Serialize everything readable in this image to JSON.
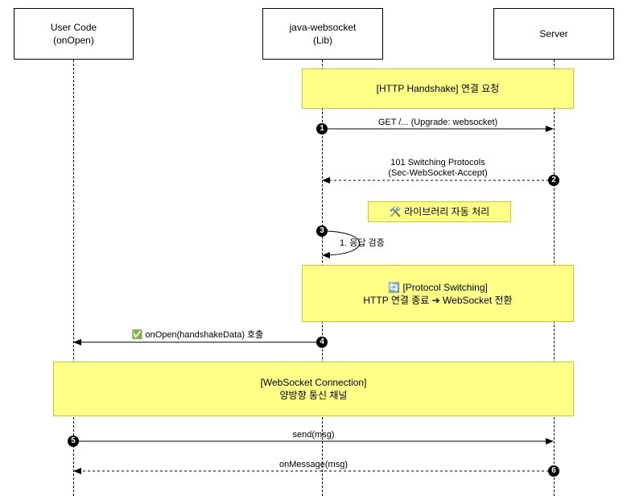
{
  "participants": {
    "user_code": {
      "line1": "User Code",
      "line2": "(onOpen)"
    },
    "lib": {
      "line1": "java-websocket",
      "line2": "(Lib)"
    },
    "server": {
      "line1": "Server",
      "line2": ""
    }
  },
  "notes": {
    "http_handshake": "[HTTP Handshake] 연결 요청",
    "auto_processing": "🛠️ 라이브러리 자동 처리",
    "protocol_switching_line1": "🔄 [Protocol Switching]",
    "protocol_switching_line2": "HTTP 연결 종료 ➔ WebSocket 전환",
    "ws_connection_line1": "[WebSocket Connection]",
    "ws_connection_line2": "양방향 통신 채널"
  },
  "messages": {
    "m1": {
      "number": "1",
      "label": "GET /... (Upgrade: websocket)"
    },
    "m2": {
      "number": "2",
      "line1": "101 Switching Protocols",
      "line2": "(Sec-WebSocket-Accept)"
    },
    "m3": {
      "number": "3",
      "label": "1. 응답 검증"
    },
    "m4": {
      "number": "4",
      "label": "✅ onOpen(handshakeData) 호출"
    },
    "m5": {
      "number": "5",
      "label": "send(msg)"
    },
    "m6": {
      "number": "6",
      "label": "onMessage(msg)"
    }
  }
}
